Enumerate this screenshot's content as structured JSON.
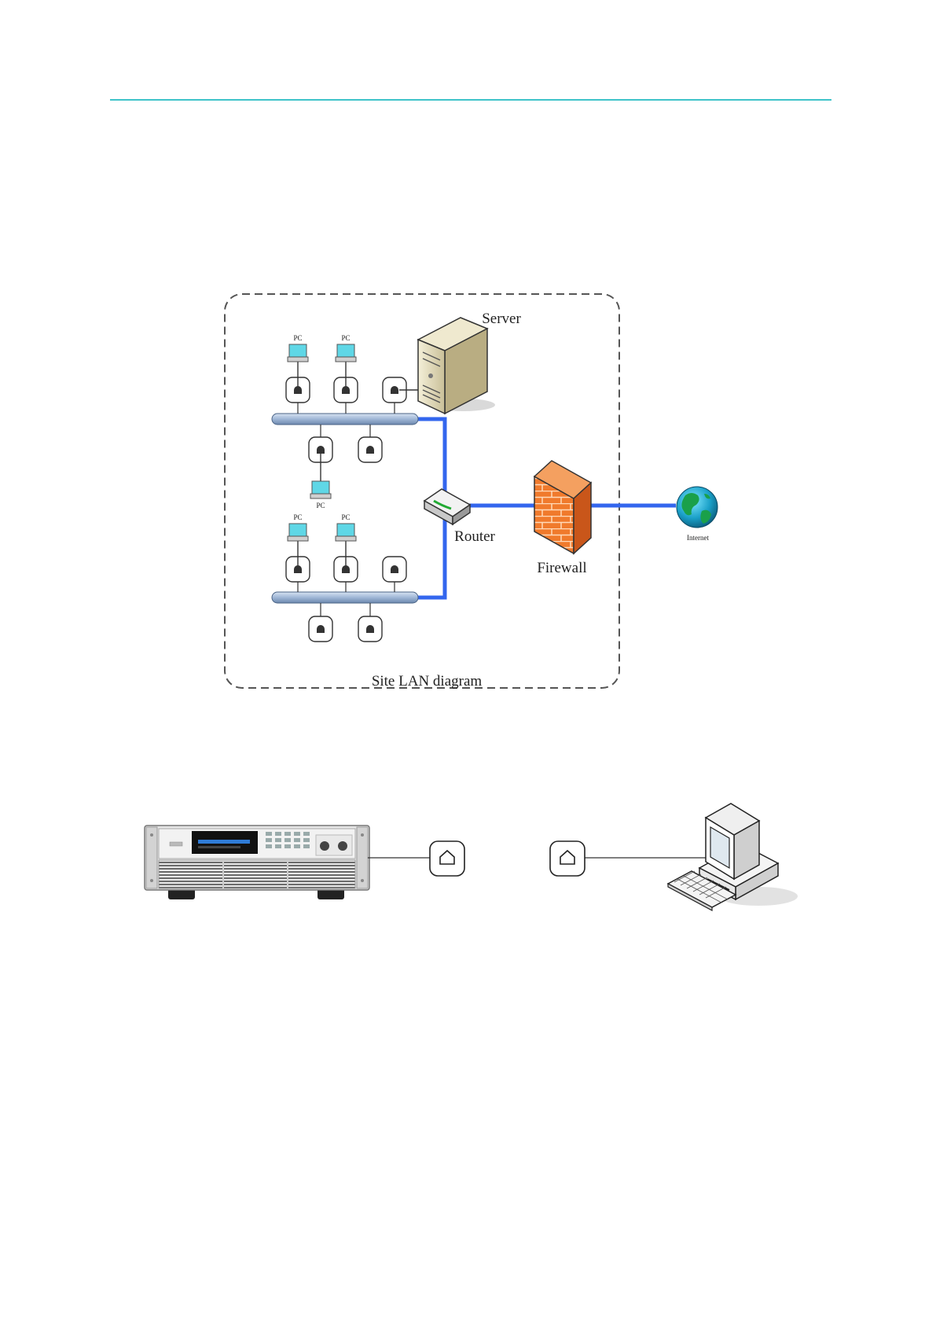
{
  "lan_diagram": {
    "caption": "Site LAN diagram",
    "labels": {
      "server": "Server",
      "router": "Router",
      "firewall": "Firewall",
      "internet": "Internet",
      "pc": "PC"
    }
  },
  "colors": {
    "header_rule": "#3fc3c9",
    "network_link": "#3366ee",
    "bus_pipe": "#9fb6d6",
    "firewall": "#f07a2c",
    "globe": "#1aa04a"
  },
  "icons": [
    "server-icon",
    "router-icon",
    "firewall-icon",
    "globe-icon",
    "pc-icon",
    "wall-port-icon",
    "power-supply-icon",
    "desktop-computer-icon"
  ]
}
